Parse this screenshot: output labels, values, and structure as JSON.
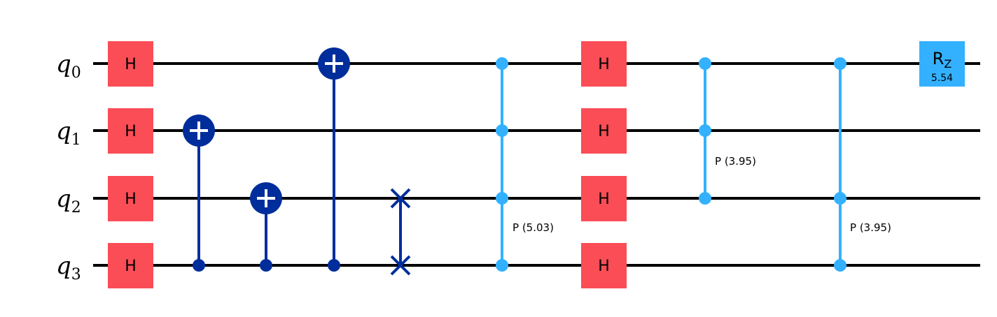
{
  "colors": {
    "wire": "#000000",
    "h_gate": "#fa4d56",
    "cnot": "#002d9c",
    "phase": "#33b1ff",
    "rz": "#33b1ff",
    "background": "#ffffff"
  },
  "qubits": [
    {
      "name": "q",
      "index": "0"
    },
    {
      "name": "q",
      "index": "1"
    },
    {
      "name": "q",
      "index": "2"
    },
    {
      "name": "q",
      "index": "3"
    }
  ],
  "gates": {
    "h_label": "H",
    "rz": {
      "label": "R",
      "sub": "Z",
      "param": "5.54"
    },
    "p1_label": "P (5.03)",
    "p2_label": "P (3.95)",
    "p3_label": "P (3.95)"
  }
}
